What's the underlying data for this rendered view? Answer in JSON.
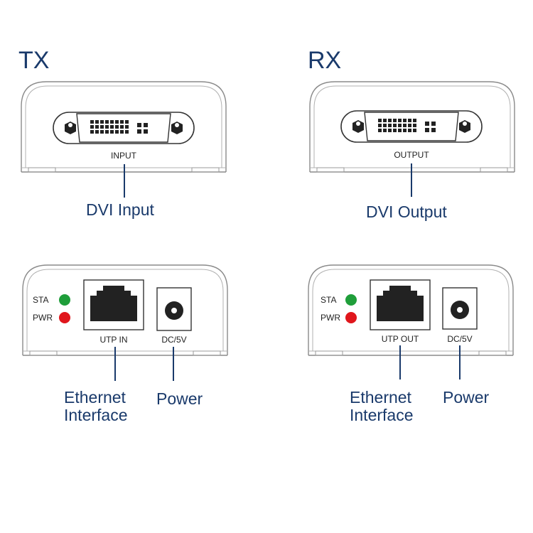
{
  "tx": {
    "title": "TX",
    "port_label": "INPUT",
    "callout": "DVI Input",
    "led_sta": "STA",
    "led_pwr": "PWR",
    "utp_label": "UTP IN",
    "dc_label": "DC/5V",
    "ethernet_line1": "Ethernet",
    "ethernet_line2": "Interface",
    "power_callout": "Power"
  },
  "rx": {
    "title": "RX",
    "port_label": "OUTPUT",
    "callout": "DVI Output",
    "led_sta": "STA",
    "led_pwr": "PWR",
    "utp_label": "UTP OUT",
    "dc_label": "DC/5V",
    "ethernet_line1": "Ethernet",
    "ethernet_line2": "Interface",
    "power_callout": "Power"
  },
  "colors": {
    "label_blue": "#1a3a6b",
    "led_sta": "#1f9e3a",
    "led_pwr": "#e0161c",
    "outline": "#888888"
  }
}
